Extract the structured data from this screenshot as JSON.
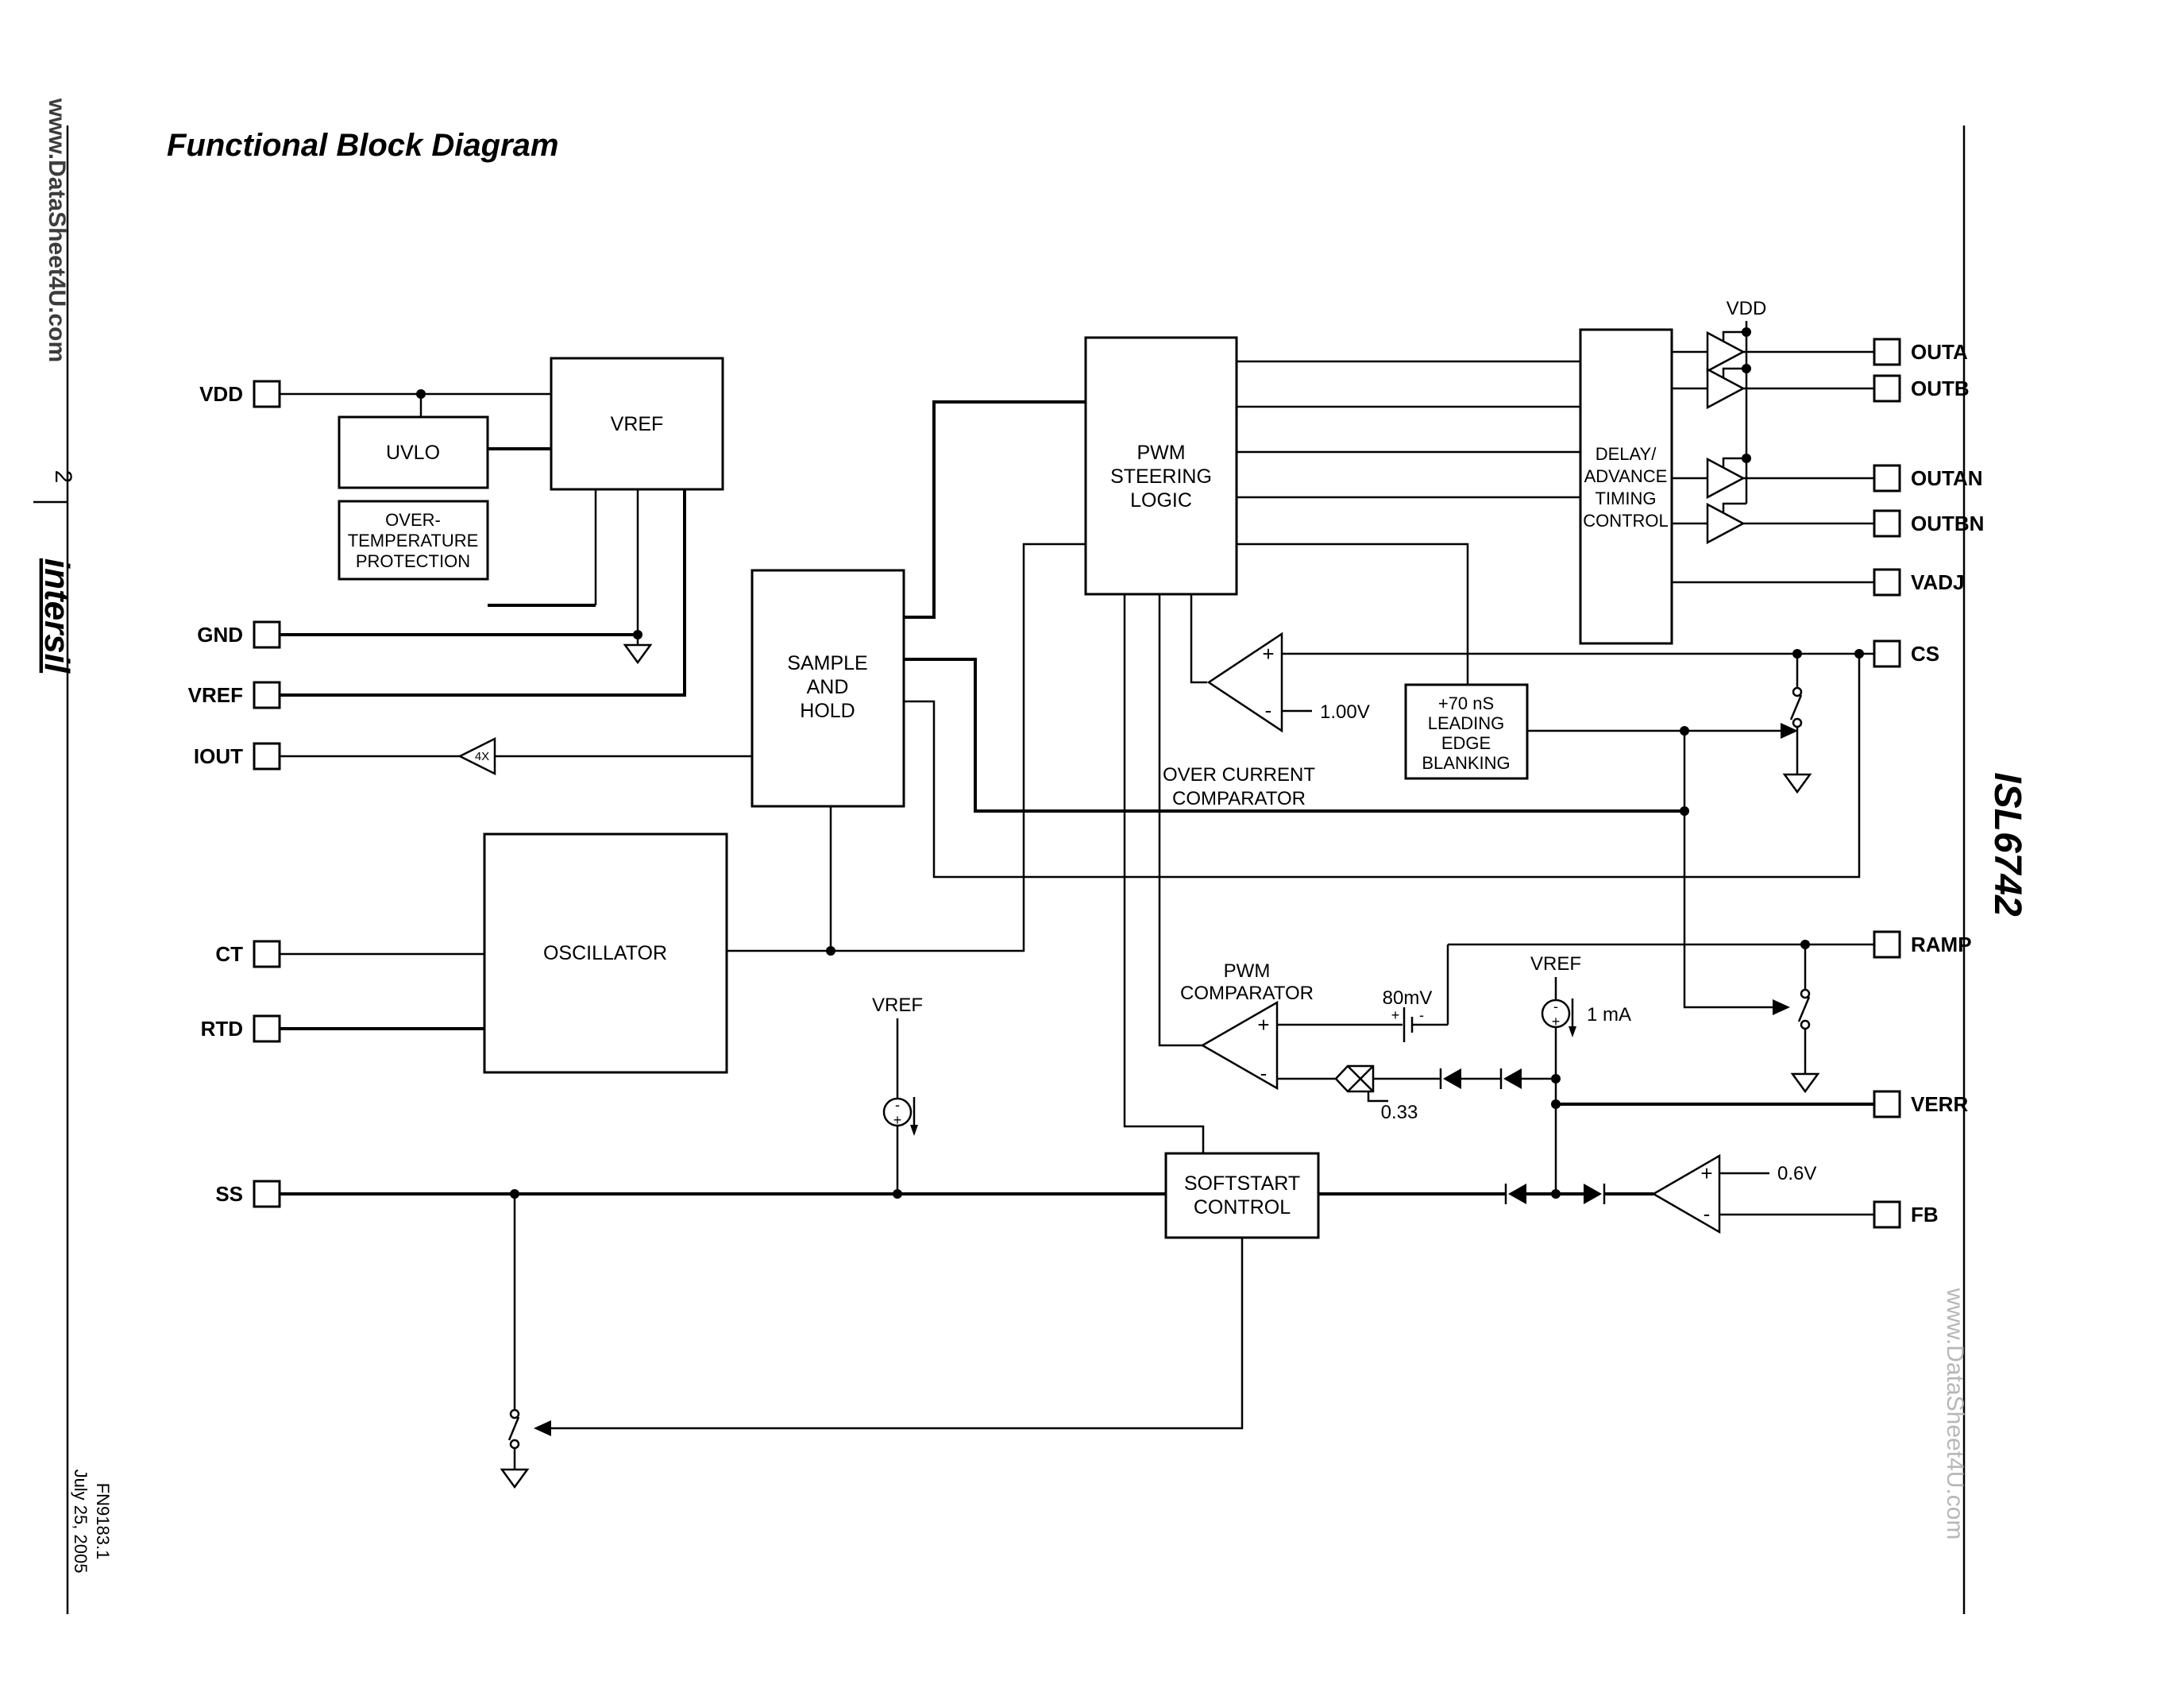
{
  "page": {
    "title": "Functional Block Diagram",
    "page_number": "2",
    "brand_logo": "intersil",
    "part_number": "ISL6742",
    "doc_number": "FN9183.1",
    "doc_date": "July 25, 2005",
    "watermark_left": "www.DataSheet4U.com",
    "watermark_right": "www.DataSheet4U.com"
  },
  "blocks": {
    "uvlo": {
      "label": "UVLO"
    },
    "vref": {
      "label": "VREF"
    },
    "otp": {
      "l1": "OVER-",
      "l2": "TEMPERATURE",
      "l3": "PROTECTION"
    },
    "sample_hold": {
      "l1": "SAMPLE",
      "l2": "AND",
      "l3": "HOLD"
    },
    "oscillator": {
      "label": "OSCILLATOR"
    },
    "pwm_steering": {
      "l1": "PWM",
      "l2": "STEERING",
      "l3": "LOGIC"
    },
    "delay": {
      "l1": "DELAY/",
      "l2": "ADVANCE",
      "l3": "TIMING",
      "l4": "CONTROL"
    },
    "leb": {
      "l1": "+70 nS",
      "l2": "LEADING",
      "l3": "EDGE",
      "l4": "BLANKING"
    },
    "softstart": {
      "l1": "SOFTSTART",
      "l2": "CONTROL"
    }
  },
  "pins": {
    "left": [
      {
        "name": "VDD"
      },
      {
        "name": "GND"
      },
      {
        "name": "VREF"
      },
      {
        "name": "IOUT"
      },
      {
        "name": "CT"
      },
      {
        "name": "RTD"
      },
      {
        "name": "SS"
      }
    ],
    "right": [
      {
        "name": "OUTA"
      },
      {
        "name": "OUTB"
      },
      {
        "name": "OUTAN"
      },
      {
        "name": "OUTBN"
      },
      {
        "name": "VADJ"
      },
      {
        "name": "CS"
      },
      {
        "name": "RAMP"
      },
      {
        "name": "VERR"
      },
      {
        "name": "FB"
      }
    ]
  },
  "annotations": {
    "vdd_rail": "VDD",
    "occ_l1": "OVER CURRENT",
    "occ_l2": "COMPARATOR",
    "occ_threshold": "1.00V",
    "pwm_l1": "PWM",
    "pwm_l2": "COMPARATOR",
    "offset": "80mV",
    "vref_right": "VREF",
    "current_source": "1 mA",
    "gain": "0.33",
    "vref_left": "VREF",
    "fb_threshold": "0.6V",
    "amp_gain": "4X",
    "plus": "+",
    "minus": "-"
  }
}
